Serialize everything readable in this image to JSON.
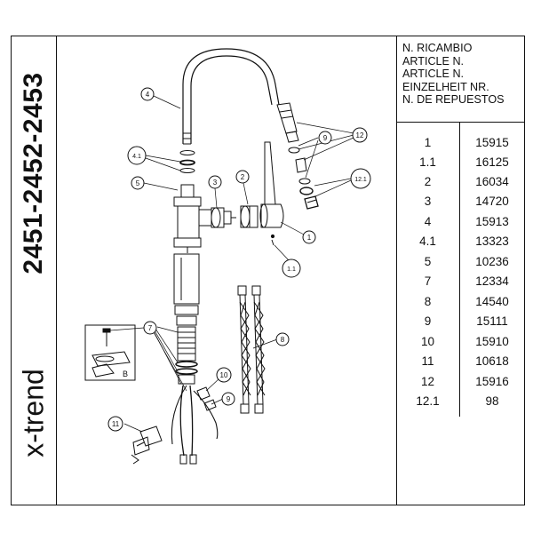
{
  "side_panel": {
    "model_numbers": "2451-2452-2453",
    "brand": "x-trend"
  },
  "parts_table": {
    "header_lines": [
      "N. RICAMBIO",
      "ARTICLE N.",
      "ARTICLE N.",
      "EINZELHEIT NR.",
      "N. DE REPUESTOS"
    ],
    "rows": [
      {
        "part": "1",
        "code": "15915"
      },
      {
        "part": "1.1",
        "code": "16125"
      },
      {
        "part": "2",
        "code": "16034"
      },
      {
        "part": "3",
        "code": "14720"
      },
      {
        "part": "4",
        "code": "15913"
      },
      {
        "part": "4.1",
        "code": "13323"
      },
      {
        "part": "5",
        "code": "10236"
      },
      {
        "part": "7",
        "code": "12334"
      },
      {
        "part": "8",
        "code": "14540"
      },
      {
        "part": "9",
        "code": "15111"
      },
      {
        "part": "10",
        "code": "15910"
      },
      {
        "part": "11",
        "code": "10618"
      },
      {
        "part": "12",
        "code": "15916"
      },
      {
        "part": "12.1",
        "code": "98"
      }
    ]
  },
  "diagram": {
    "callouts": {
      "c4": "4",
      "c41": "4.1",
      "c5": "5",
      "c3": "3",
      "c2": "2",
      "c1": "1",
      "c11": "1.1",
      "c12": "12",
      "c9a": "9",
      "c121": "12.1",
      "c7": "7",
      "c8": "8",
      "c10": "10",
      "c9b": "9",
      "c11b": "11"
    },
    "inset_letter": "B"
  }
}
